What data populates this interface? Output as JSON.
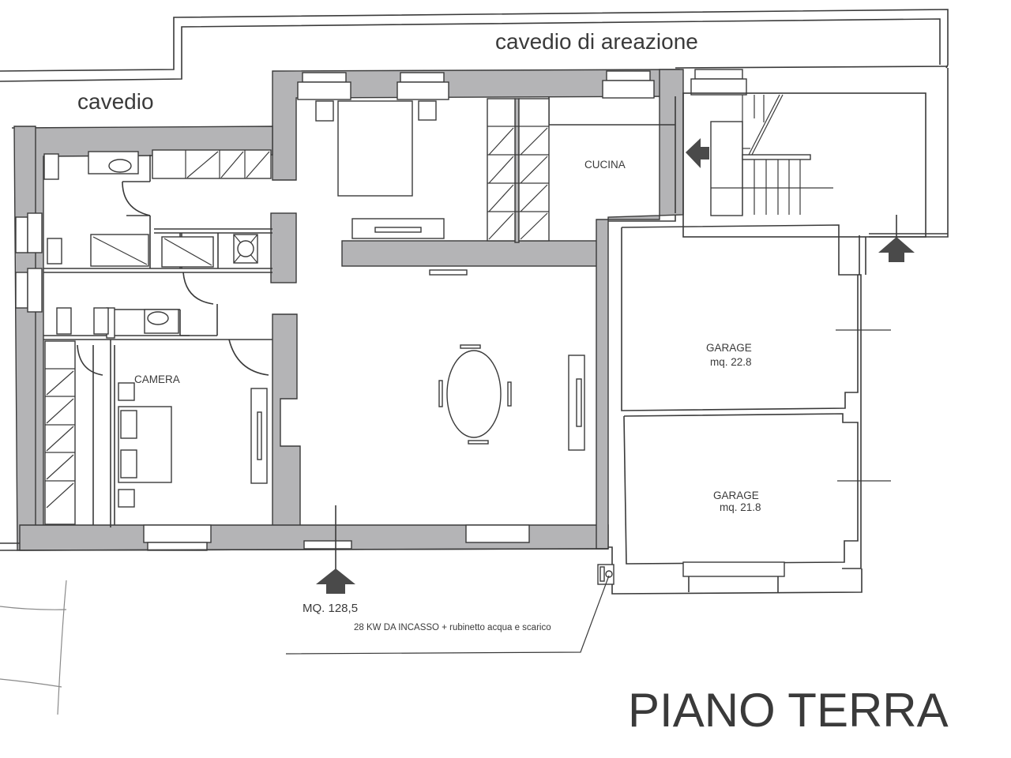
{
  "plan": {
    "title": "PIANO TERRA",
    "colors": {
      "line": "#3a3a3a",
      "wall_fill": "#b4b4b6",
      "arrow": "#4a4a4a",
      "background": "#ffffff"
    },
    "labels": {
      "cavedio_areazione": "cavedio di areazione",
      "cavedio": "cavedio",
      "cucina": "CUCINA",
      "camera": "CAMERA",
      "garage_1_name": "GARAGE",
      "garage_1_area": "mq. 22.8",
      "garage_2_name": "GARAGE",
      "garage_2_area": "mq. 21.8",
      "total_area": "MQ. 128,5",
      "boiler_note": "28 KW DA INCASSO + rubinetto acqua e scarico"
    },
    "entrances": [
      {
        "name": "main-entrance",
        "direction": "up",
        "position": "bottom-center"
      },
      {
        "name": "stair-entrance",
        "direction": "left",
        "position": "top-right"
      },
      {
        "name": "side-entrance",
        "direction": "up",
        "position": "right"
      }
    ]
  }
}
